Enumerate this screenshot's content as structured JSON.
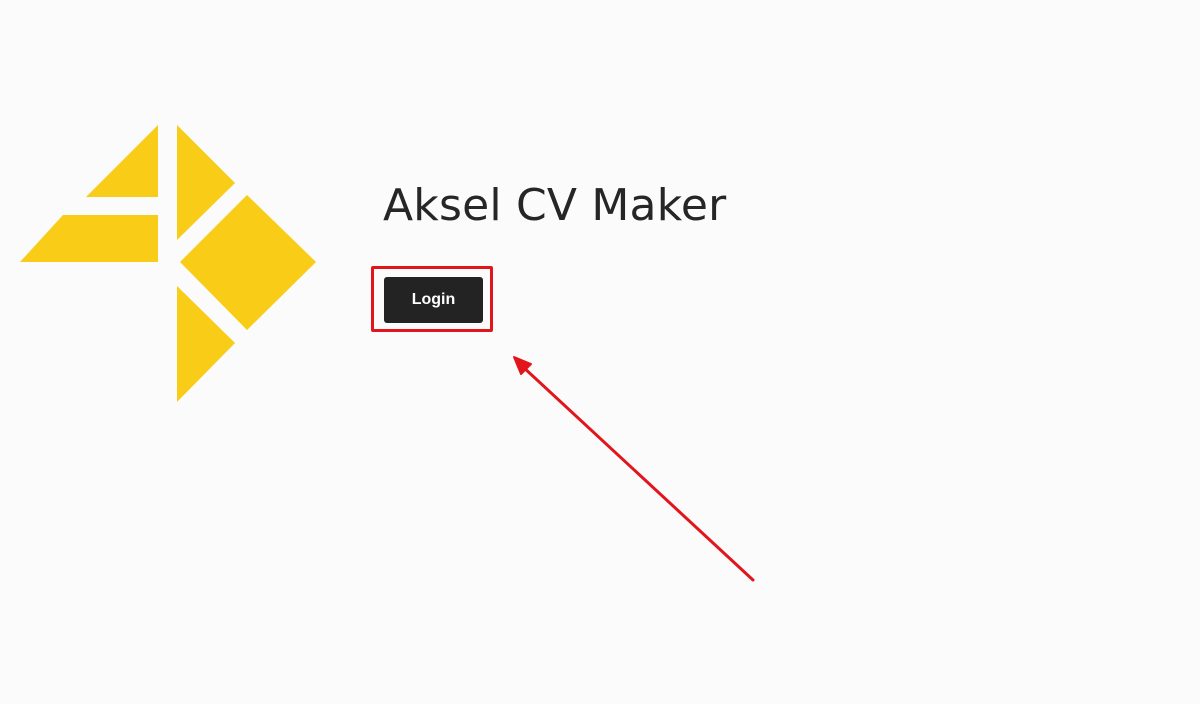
{
  "app": {
    "title": "Aksel CV Maker"
  },
  "logo": {
    "icon": "aksel-tangram-logo-icon",
    "color": "#f8cc17"
  },
  "actions": {
    "login_label": "Login"
  },
  "annotation": {
    "highlight_color": "#e3151c",
    "arrow_color": "#e3151c",
    "target": "login-button"
  },
  "colors": {
    "background": "#fbfbfc",
    "title_text": "#262626",
    "button_bg": "#232323",
    "button_text": "#ffffff"
  }
}
